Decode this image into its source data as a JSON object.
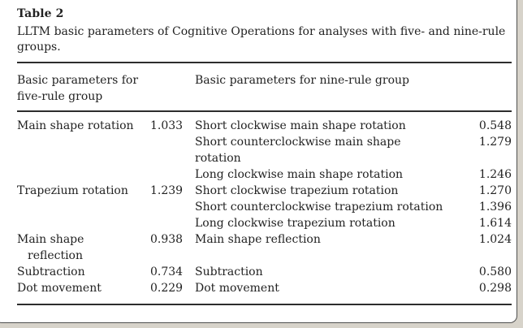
{
  "colors": {
    "pagebg": "#d7d3ca",
    "cardborder": "#4f4f4f",
    "text": "#222222",
    "rule": "#2d2d2d"
  },
  "title": "Table 2",
  "caption": "LLTM basic parameters of Cognitive Operations for analyses with five- and nine-rule\ngroups.",
  "table": {
    "header": {
      "five": "Basic parameters for\nfive-rule group",
      "nine": "Basic parameters for nine-rule group"
    },
    "rows": [
      {
        "five": {
          "label": "Main shape rotation",
          "value": "1.033"
        },
        "nine": [
          {
            "label": "Short clockwise main shape rotation",
            "value": "0.548"
          },
          {
            "label": "Short counterclockwise main shape\nrotation",
            "value": "1.279"
          },
          {
            "label": "Long clockwise main shape rotation",
            "value": "1.246"
          }
        ]
      },
      {
        "five": {
          "label": "Trapezium rotation",
          "value": "1.239"
        },
        "nine": [
          {
            "label": "Short clockwise trapezium rotation",
            "value": "1.270"
          },
          {
            "label": "Short counterclockwise trapezium rotation",
            "value": "1.396"
          },
          {
            "label": "Long clockwise trapezium rotation",
            "value": "1.614"
          }
        ]
      },
      {
        "five": {
          "label": "Main shape\nreflection",
          "value": "0.938"
        },
        "nine": [
          {
            "label": "Main shape reflection",
            "value": "1.024"
          }
        ]
      },
      {
        "five": {
          "label": "Subtraction",
          "value": "0.734"
        },
        "nine": [
          {
            "label": "Subtraction",
            "value": "0.580"
          }
        ]
      },
      {
        "five": {
          "label": "Dot movement",
          "value": "0.229"
        },
        "nine": [
          {
            "label": "Dot movement",
            "value": "0.298"
          }
        ]
      }
    ]
  }
}
